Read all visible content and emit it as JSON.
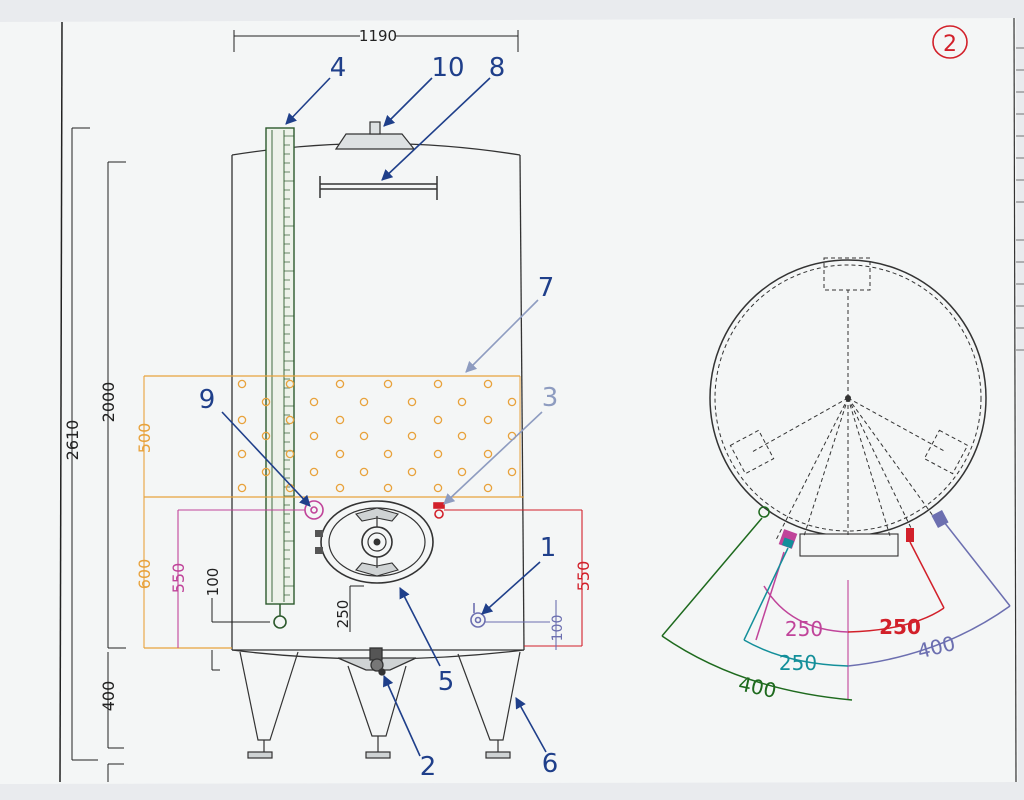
{
  "sheet": {
    "number": "2"
  },
  "callouts": [
    "4",
    "10",
    "8",
    "7",
    "9",
    "3",
    "1",
    "5",
    "2",
    "6"
  ],
  "dimensions": {
    "width_top": "1190",
    "total_height": "2610",
    "body_height": "2000",
    "legs": "400",
    "jacket_height": "500",
    "lower_600": "600",
    "lower_550": "550",
    "gauge_100": "100",
    "manway_250": "250",
    "right_550": "550",
    "right_100": "100"
  },
  "plan_dimensions": {
    "r250_magenta": "250",
    "r250_red": "250",
    "r250_teal": "250",
    "r400_purple": "400",
    "r400_green": "400"
  },
  "colors": {
    "callout_blue": "#1f3f8a",
    "callout_gray": "#8e9cc0",
    "jacket_orange": "#e8a23c",
    "magenta": "#c0449a",
    "red": "#d2202a",
    "green": "#1e6a1e",
    "teal": "#138f9a",
    "purple": "#6c6fb0"
  }
}
